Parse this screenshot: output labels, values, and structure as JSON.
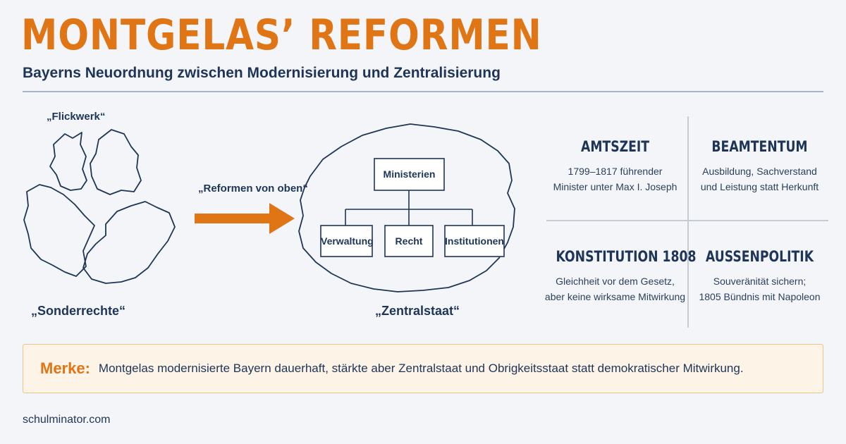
{
  "header": {
    "title": "MONTGELAS’ REFORMEN",
    "subtitle": "Bayerns Neuordnung zwischen Modernisierung und Zentralisierung"
  },
  "diagram": {
    "patchwork_label": "„Flickwerk“",
    "special_rights_label": "„Sonderrechte“",
    "arrow_label": "„Reformen von oben“",
    "central_state_label": "„Zentralstaat“",
    "org": {
      "top": "Ministerien",
      "children": [
        "Verwaltung",
        "Recht",
        "Institutionen"
      ]
    }
  },
  "facts": [
    {
      "title": "AMTSZEIT",
      "line1": "1799–1817 führender",
      "line2": "Minister unter Max I. Joseph"
    },
    {
      "title": "BEAMTENTUM",
      "line1": "Ausbildung, Sachverstand",
      "line2": "und Leistung statt Herkunft"
    },
    {
      "title": "KONSTITUTION 1808",
      "line1": "Gleichheit vor dem Gesetz,",
      "line2": "aber keine wirksame Mitwirkung"
    },
    {
      "title": "AUSSENPOLITIK",
      "line1": "Souveränität sichern;",
      "line2": "1805 Bündnis mit Napoleon"
    }
  ],
  "note": {
    "label": "Merke:",
    "text": "Montgelas modernisierte Bayern dauerhaft, stärkte aber Zentralstaat und Obrigkeitsstaat statt demokratischer Mitwirkung."
  },
  "footer": {
    "site": "schulminator.com"
  },
  "colors": {
    "accent": "#e07515",
    "navy": "#1e3557"
  }
}
